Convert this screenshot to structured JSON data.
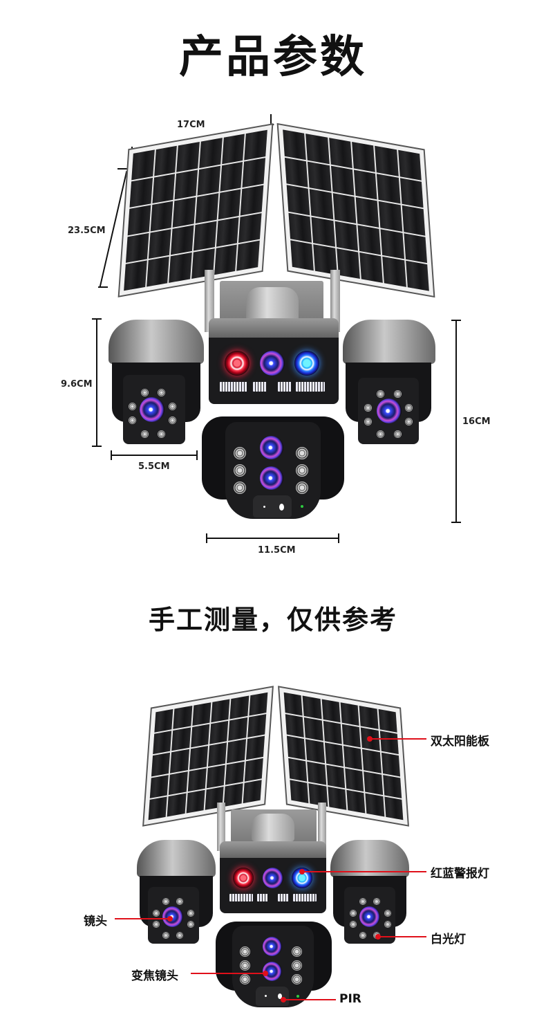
{
  "header": {
    "title": "产品参数"
  },
  "dimensions": {
    "panel_width": "17CM",
    "panel_height": "23.5CM",
    "side_camera_height": "9.6CM",
    "side_camera_width": "5.5CM",
    "total_height": "16CM",
    "body_width": "11.5CM"
  },
  "disclaimer": "手工测量，仅供参考",
  "callouts": {
    "solar_panels": "双太阳能板",
    "alarm_lights": "红蓝警报灯",
    "lens": "镜头",
    "white_light": "白光灯",
    "zoom_lens": "变焦镜头",
    "pir": "PIR"
  },
  "colors": {
    "callout_line": "#e0101a",
    "alarm_red": "#ff2040",
    "alarm_blue": "#3c8cff",
    "status_led": "#2ecc40"
  }
}
